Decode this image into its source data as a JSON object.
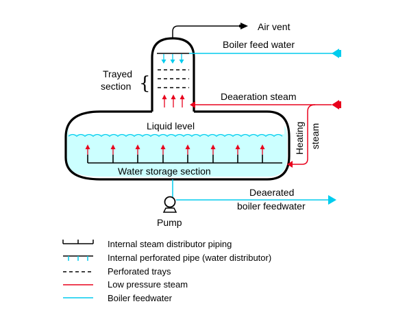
{
  "labels": {
    "air_vent": "Air vent",
    "boiler_feed_water": "Boiler feed water",
    "trayed_line1": "Trayed",
    "trayed_line2": "section",
    "deaeration_steam": "Deaeration steam",
    "liquid_level": "Liquid level",
    "heating": "Heating",
    "steam": "steam",
    "water_storage_section": "Water storage section",
    "deaerated_line1": "Deaerated",
    "deaerated_line2": "boiler feedwater",
    "pump": "Pump"
  },
  "legend": [
    {
      "label": "Internal steam distributor piping",
      "symbol": "steam-distributor-pipe"
    },
    {
      "label": "Internal perforated pipe (water distributor)",
      "symbol": "perforated-pipe"
    },
    {
      "label": "Perforated trays",
      "symbol": "perforated-trays"
    },
    {
      "label": "Low pressure steam",
      "symbol": "steam-line"
    },
    {
      "label": "Boiler feedwater",
      "symbol": "feedwater-line"
    }
  ],
  "colors": {
    "water": "#ccffff",
    "feedwater": "#00ccee",
    "steam": "#e8001c",
    "outline": "#000000"
  }
}
